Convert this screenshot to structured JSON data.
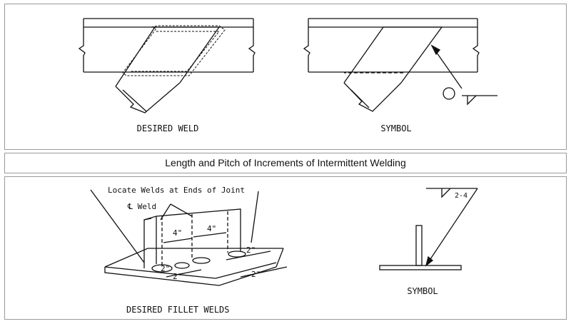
{
  "top": {
    "desired_weld_label": "DESIRED WELD",
    "symbol_label": "SYMBOL"
  },
  "caption": "Length and Pitch of Increments of Intermittent Welding",
  "bottom": {
    "locate_label": "Locate Welds at Ends of Joint",
    "cl_weld_label": "℄ Weld",
    "dim_4a": "4\"",
    "dim_4b": "4\"",
    "dim_2a": "2\"",
    "dim_2b": "2\"",
    "dim_2c": "2\"",
    "dim_2d": "2\"",
    "symbol_dim": "2-4",
    "symbol_label": "SYMBOL",
    "desired_fillet_label": "DESIRED FILLET WELDS"
  }
}
